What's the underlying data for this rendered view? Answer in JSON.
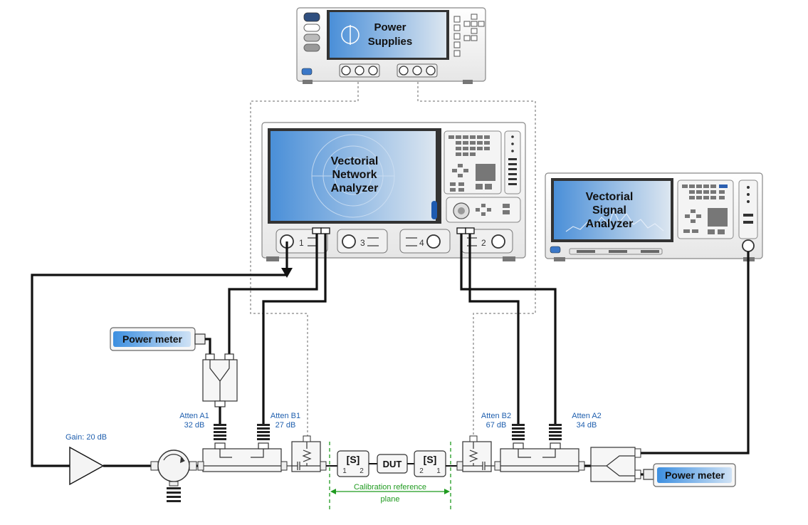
{
  "diagram": {
    "power_supplies": {
      "line1": "Power",
      "line2": "Supplies"
    },
    "vna": {
      "line1": "Vectorial",
      "line2": "Network",
      "line3": "Analyzer"
    },
    "vsa": {
      "line1": "Vectorial",
      "line2": "Signal",
      "line3": "Analyzer"
    },
    "ports": {
      "p1": "1",
      "p2": "2",
      "p3": "3",
      "p4": "4"
    },
    "power_meter_left": "Power meter",
    "power_meter_right": "Power meter",
    "gain": "Gain: 20 dB",
    "atten_a1": {
      "name": "Atten A1",
      "value": "32 dB"
    },
    "atten_b1": {
      "name": "Atten B1",
      "value": "27 dB"
    },
    "atten_b2": {
      "name": "Atten B2",
      "value": "67 dB"
    },
    "atten_a2": {
      "name": "Atten A2",
      "value": "34 dB"
    },
    "s_block_left": {
      "label": "[S]",
      "port_a": "1",
      "port_b": "2"
    },
    "dut": "DUT",
    "s_block_right": {
      "label": "[S]",
      "port_a": "2",
      "port_b": "1"
    },
    "calibration": {
      "line1": "Calibration reference",
      "line2": "plane"
    }
  },
  "colors": {
    "screen_gradient_start": "#4a90d9",
    "screen_gradient_end": "#d8e4ef",
    "label_blue": "#1f5fae",
    "calibration_green": "#1f9a1f",
    "cable": "#111111",
    "dotted": "#9a9a9a"
  }
}
